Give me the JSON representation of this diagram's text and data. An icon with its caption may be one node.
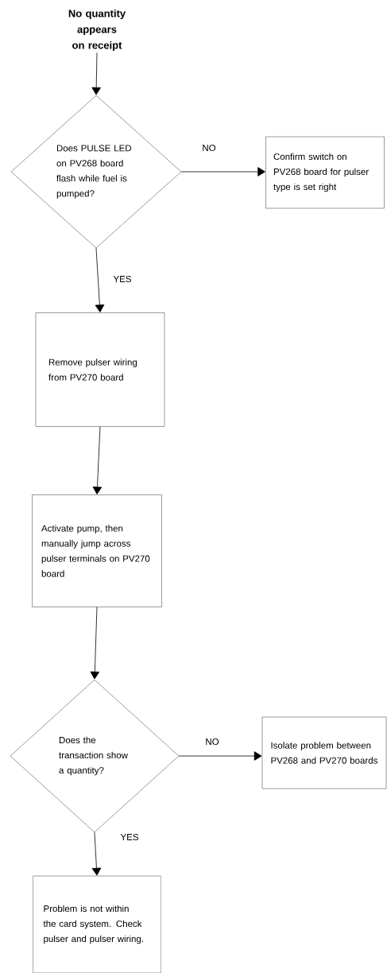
{
  "diagram": {
    "nodes": [
      {
        "text": [
          "No quantity appears on receipt"
        ]
      },
      {
        "text": [
          "Does PULSE LED on PV268 board flash while fuel is pumped?"
        ]
      },
      {
        "text": [
          "Confirm switch on PV268 board for pulser type is set right"
        ]
      },
      {
        "text": [
          "Remove pulser wiring from PV270 board"
        ]
      },
      {
        "text": [
          "Activate pump, then manually jump across pulser terminals on PV270 board"
        ]
      },
      {
        "text": [
          "Does the transaction show a quantity?"
        ]
      },
      {
        "text": [
          "Isolate problem between PV268 and PV270 boards"
        ]
      },
      {
        "text": [
          "Problem is not within the card system. Check pulser and pulser wiring."
        ]
      }
    ],
    "edges": [
      {
        "from": 0,
        "to": 1,
        "arrow": "to"
      },
      {
        "from": 1,
        "to": 2,
        "arrow": "to",
        "label": "NO"
      },
      {
        "from": 1,
        "to": 3,
        "arrow": "to",
        "label": "YES"
      },
      {
        "from": 3,
        "to": 4,
        "arrow": "to"
      },
      {
        "from": 4,
        "to": 5,
        "arrow": "to"
      },
      {
        "from": 5,
        "to": 6,
        "arrow": "to",
        "label": "NO"
      },
      {
        "from": 5,
        "to": 7,
        "arrow": "to",
        "label": "YES"
      }
    ]
  }
}
